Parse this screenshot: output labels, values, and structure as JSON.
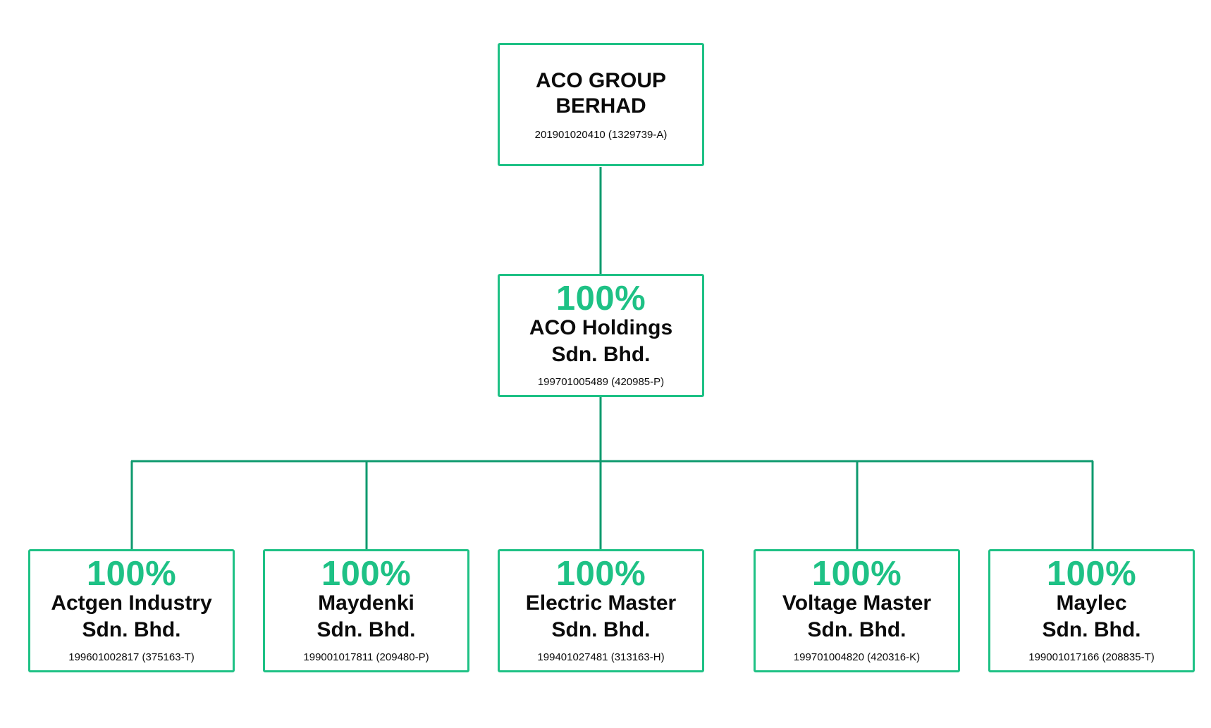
{
  "colors": {
    "box_border": "#1ec185",
    "connector": "#0e9a6e",
    "percent_text": "#1ec185",
    "text": "#0b0b0b"
  },
  "root": {
    "name_line1": "ACO GROUP",
    "name_line2": "BERHAD",
    "reg_no": "201901020410 (1329739-A)"
  },
  "holding": {
    "ownership": "100%",
    "name_line1": "ACO Holdings",
    "name_line2": "Sdn. Bhd.",
    "reg_no": "199701005489 (420985-P)"
  },
  "subsidiaries": [
    {
      "ownership": "100%",
      "name_line1": "Actgen Industry",
      "name_line2": "Sdn. Bhd.",
      "reg_no": "199601002817 (375163-T)"
    },
    {
      "ownership": "100%",
      "name_line1": "Maydenki",
      "name_line2": "Sdn. Bhd.",
      "reg_no": "199001017811 (209480-P)"
    },
    {
      "ownership": "100%",
      "name_line1": "Electric Master",
      "name_line2": "Sdn. Bhd.",
      "reg_no": "199401027481 (313163-H)"
    },
    {
      "ownership": "100%",
      "name_line1": "Voltage Master",
      "name_line2": "Sdn. Bhd.",
      "reg_no": "199701004820 (420316-K)"
    },
    {
      "ownership": "100%",
      "name_line1": "Maylec",
      "name_line2": "Sdn. Bhd.",
      "reg_no": "199001017166 (208835-T)"
    }
  ]
}
